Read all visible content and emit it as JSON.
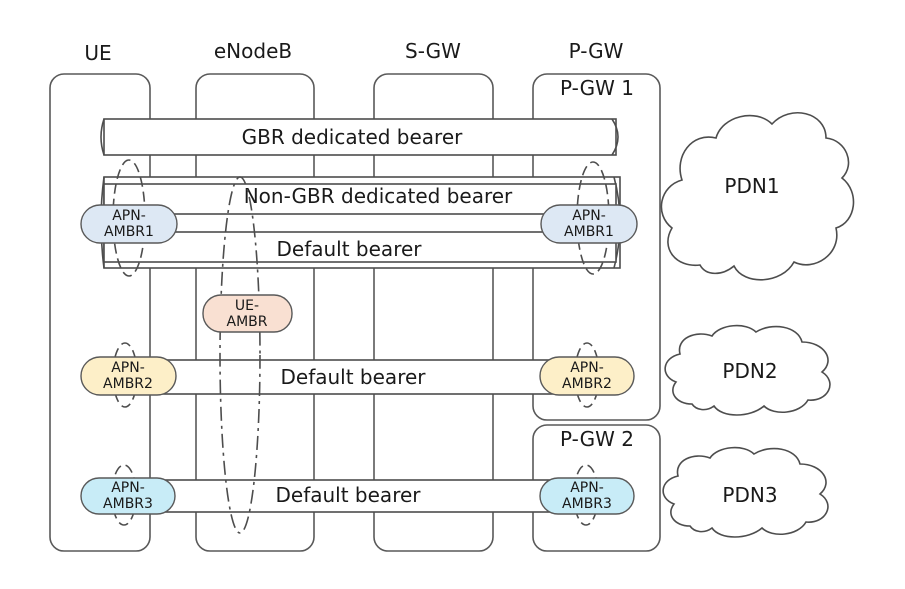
{
  "nodes": {
    "ue": "UE",
    "enodeb": "eNodeB",
    "sgw": "S-GW",
    "pgw": "P-GW",
    "pgw1": "P-GW 1",
    "pgw2": "P-GW 2"
  },
  "bearers": {
    "gbr": "GBR dedicated bearer",
    "non_gbr": "Non-GBR dedicated bearer",
    "default1": "Default bearer",
    "default2": "Default bearer",
    "default3": "Default bearer"
  },
  "ambr": {
    "ue_ambr": [
      "UE-",
      "AMBR"
    ],
    "apn1_ue": [
      "APN-",
      "AMBR1"
    ],
    "apn1_gw": [
      "APN-",
      "AMBR1"
    ],
    "apn2_ue": [
      "APN-",
      "AMBR2"
    ],
    "apn2_gw": [
      "APN-",
      "AMBR2"
    ],
    "apn3_ue": [
      "APN-",
      "AMBR3"
    ],
    "apn3_gw": [
      "APN-",
      "AMBR3"
    ]
  },
  "pdns": {
    "pdn1": "PDN1",
    "pdn2": "PDN2",
    "pdn3": "PDN3"
  },
  "colors": {
    "apn_ambr1": "#dde8f4",
    "apn_ambr2": "#fdefc8",
    "apn_ambr3": "#c8ecf7",
    "ue_ambr": "#f9e0d2"
  }
}
